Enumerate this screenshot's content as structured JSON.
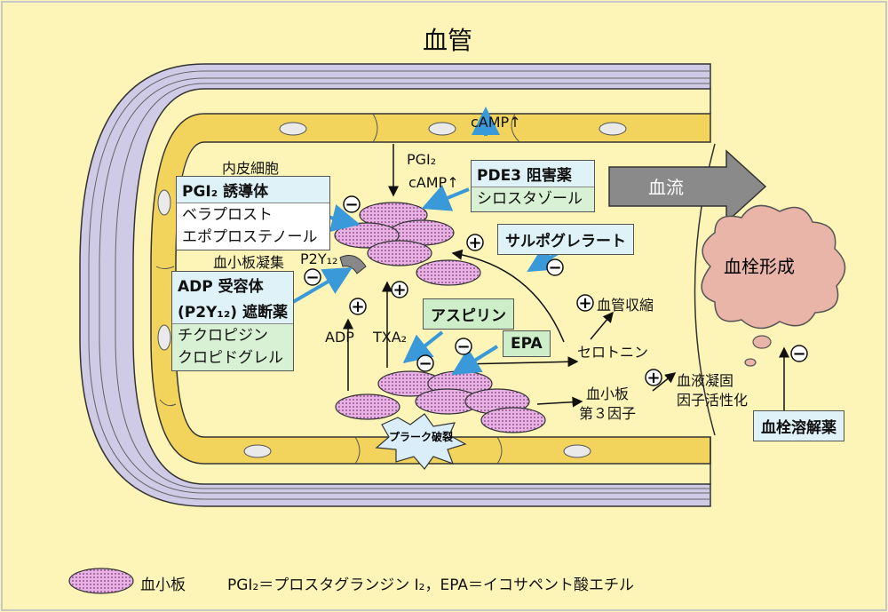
{
  "title": "血管",
  "labels": {
    "endothelial": "内皮細胞",
    "pgi2": "PGI₂",
    "camp_inner": "cAMP↑",
    "camp_top": "cAMP↑",
    "aggregation": "血小板凝集",
    "p2y12": "P2Y₁₂",
    "adp": "ADP",
    "txa2": "TXA₂",
    "vasoconstriction": "血管収縮",
    "serotonin": "セロトニン",
    "pf3_line1": "血小板",
    "pf3_line2": "第３因子",
    "coag_line1": "血液凝固",
    "coag_line2": "因子活性化",
    "bloodflow": "血流",
    "thrombus": "血栓形成",
    "plaque": "プラーク破裂"
  },
  "boxes": {
    "pgi2_inducer": {
      "header": "PGI₂ 誘導体",
      "items": [
        "ベラプロスト",
        "エポプロステノール"
      ]
    },
    "adp_blocker": {
      "header_line1": "ADP 受容体",
      "header_line2": "(P2Y₁₂) 遮断薬",
      "items": [
        "チクロピジン",
        "クロピドグレル"
      ]
    },
    "pde3": {
      "header": "PDE3 阻害薬",
      "items": [
        "シロスタゾール"
      ]
    }
  },
  "tags": {
    "sarpogrelate": "サルポグレラート",
    "aspirin": "アスピリン",
    "epa": "EPA",
    "thrombolytic": "血栓溶解薬"
  },
  "signs": {
    "minus": "−",
    "plus": "+"
  },
  "legend": {
    "platelet": "血小板",
    "note": "PGI₂＝プロスタグランジン I₂，EPA＝イコサペント酸エチル"
  },
  "colors": {
    "background": "#fdf5b8",
    "vessel_yellow": "#f2d45c",
    "vessel_lavender": "#cfcae6",
    "platelet": "#e6a8e0",
    "arrow_blue": "#3a9ad9",
    "cloud": "#e8b5a8"
  }
}
